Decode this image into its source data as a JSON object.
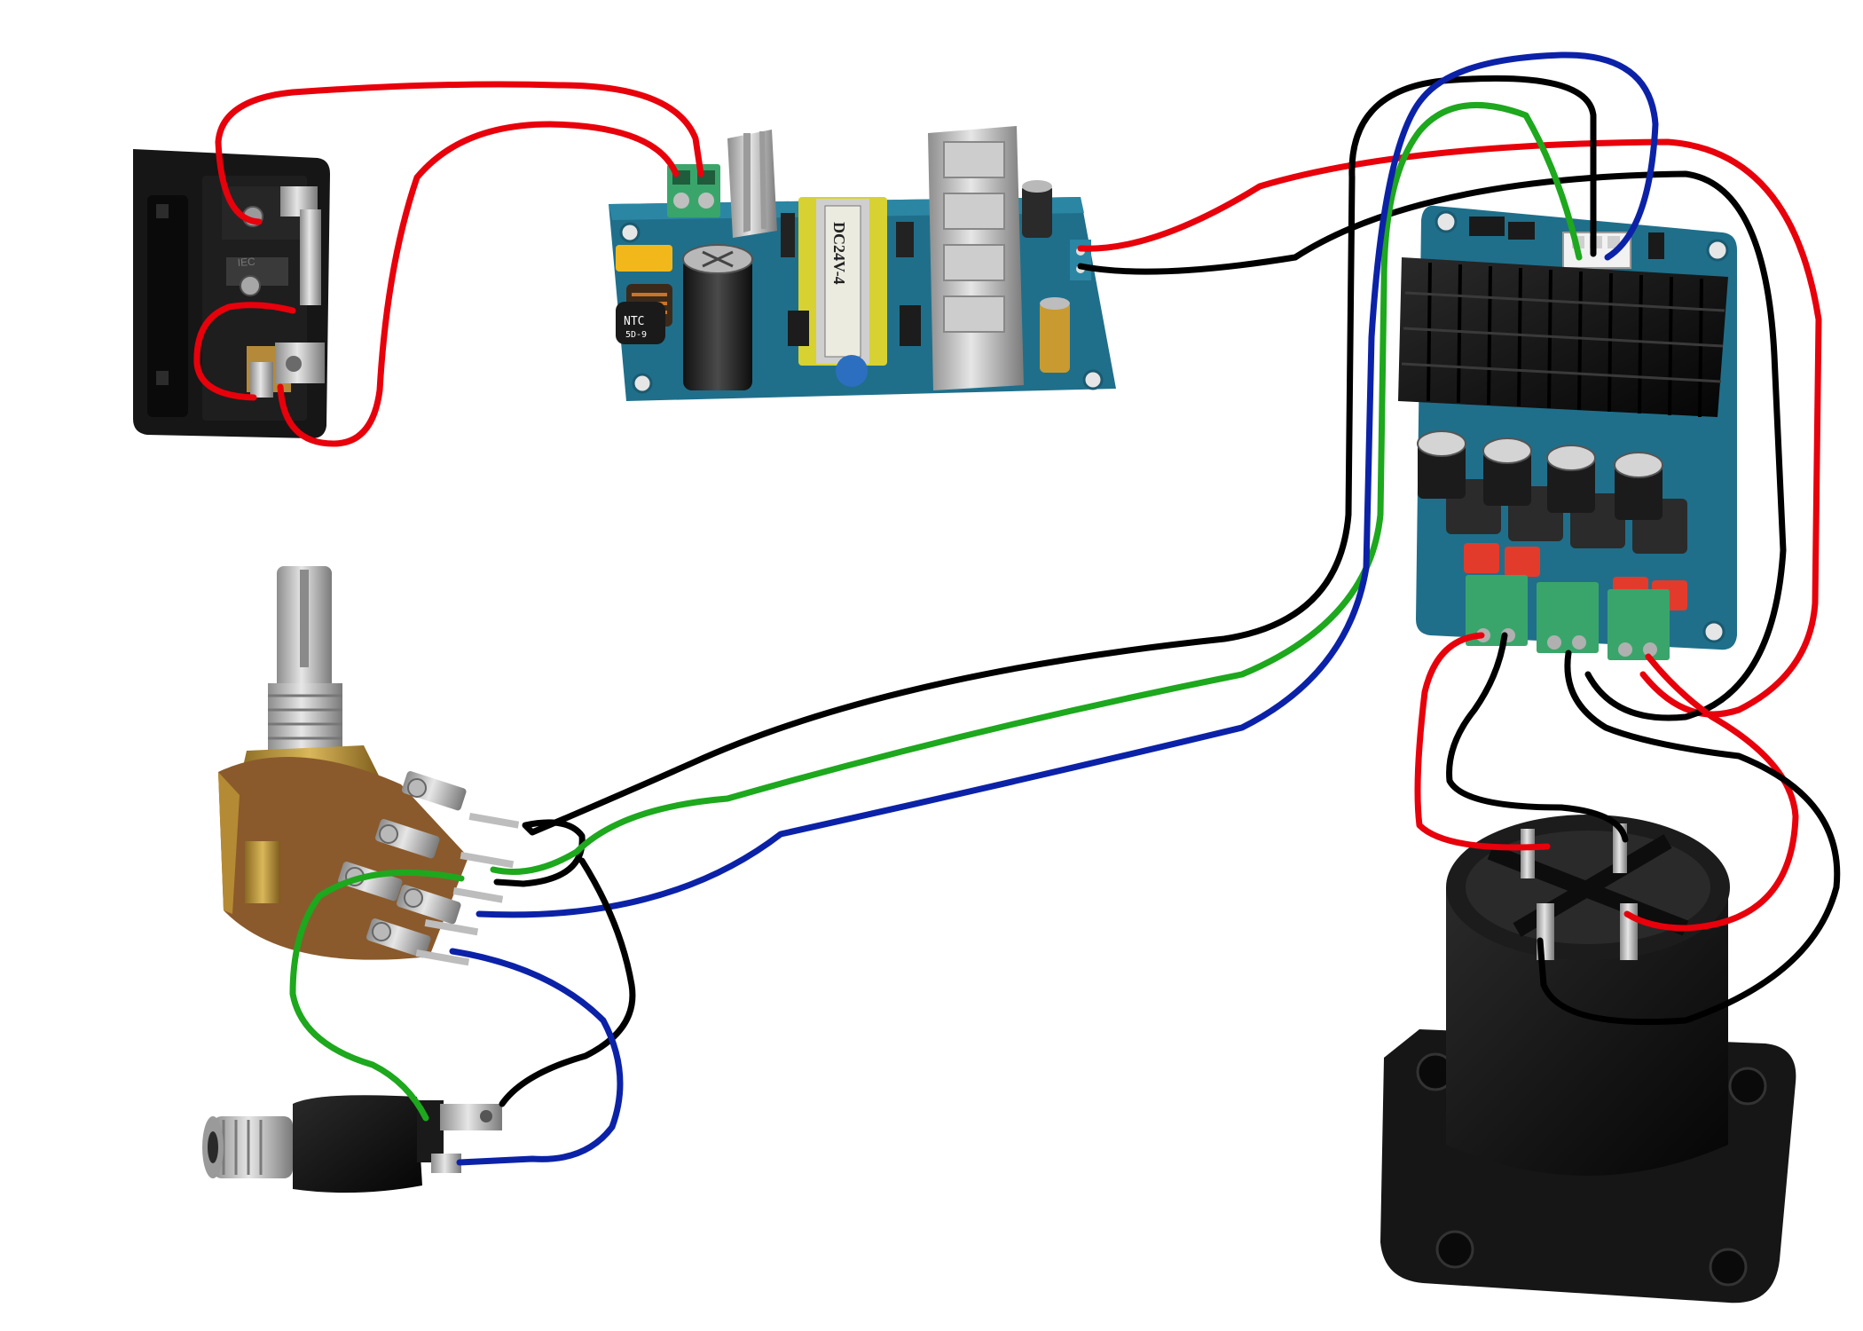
{
  "components": {
    "psu": {
      "icon": "switching-power-supply-icon",
      "transformer_marking": "DC24V-4",
      "thermistor_marking": "NTC",
      "thermistor_code": "5D-9"
    },
    "inlet": {
      "icon": "iec-power-inlet-switch-icon"
    },
    "amplifier": {
      "icon": "amplifier-board-icon"
    },
    "potentiometer": {
      "icon": "dual-potentiometer-icon"
    },
    "jack": {
      "icon": "audio-jack-icon"
    },
    "speaker_connector": {
      "icon": "speakon-connector-icon"
    }
  },
  "wire_colors": {
    "power_positive": "#e8000b",
    "ground_negative": "#000000",
    "signal_left": "#1da81d",
    "signal_right": "#0b22a8"
  },
  "colors": {
    "pcb_blue": "#1f6f8b",
    "heatsink_black": "#1b1b1b",
    "terminal_green": "#3aa56b",
    "aluminum": "#c9c9c9"
  }
}
